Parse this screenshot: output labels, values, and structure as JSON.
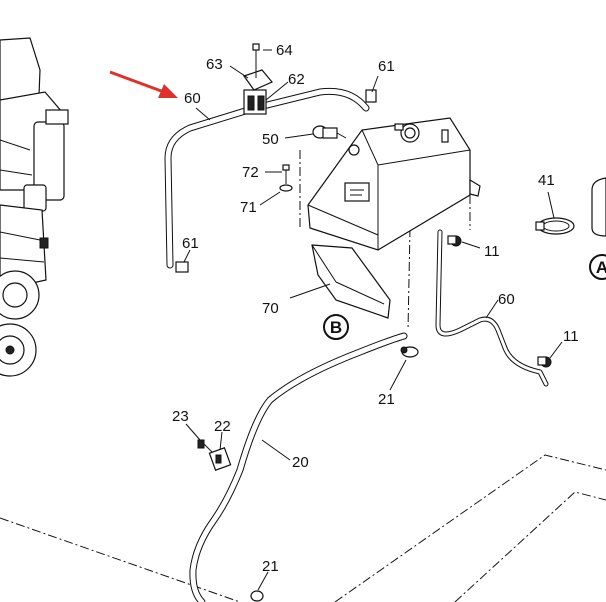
{
  "callouts": {
    "c64": "64",
    "c63": "63",
    "c62": "62",
    "c60a": "60",
    "c61a": "61",
    "c50": "50",
    "c72": "72",
    "c71": "71",
    "c61b": "61",
    "c70": "70",
    "c41": "41",
    "c11a": "11",
    "c60b": "60",
    "c11b": "11",
    "c21a": "21",
    "c23": "23",
    "c22": "22",
    "c20": "20",
    "c21b": "21"
  },
  "views": {
    "view_a": "A",
    "view_b": "B"
  },
  "colors": {
    "pointer_arrow": "#e0302a",
    "line": "#111111"
  }
}
